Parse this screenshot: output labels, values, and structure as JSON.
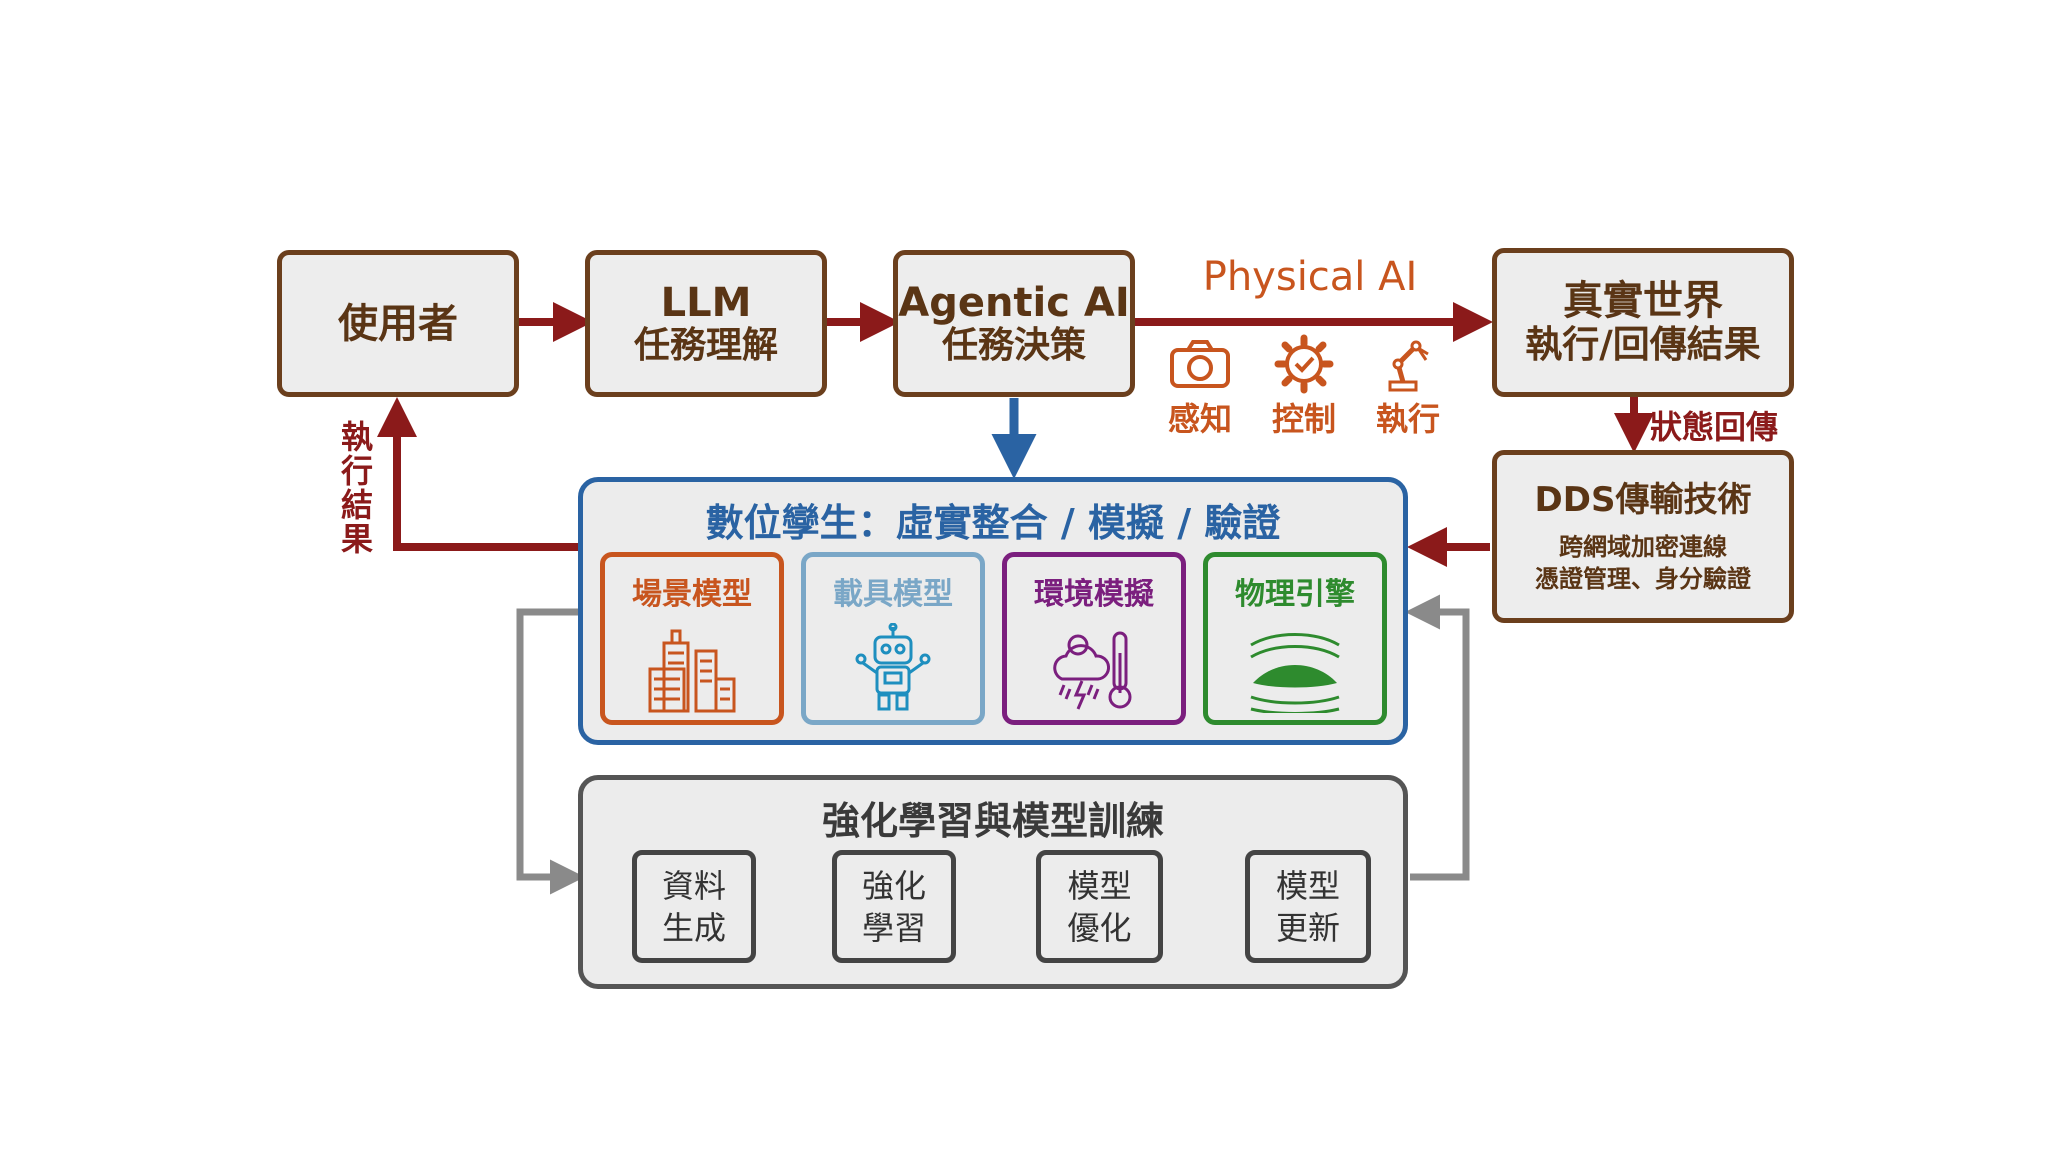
{
  "top": {
    "user": "使用者",
    "llm": {
      "line1": "LLM",
      "line2": "任務理解"
    },
    "agentic": {
      "line1": "Agentic AI",
      "line2": "任務決策"
    },
    "physical_ai": "Physical AI",
    "real_world": {
      "line1": "真實世界",
      "line2": "執行/回傳結果"
    },
    "capabilities": [
      {
        "label": "感知",
        "icon": "camera-icon"
      },
      {
        "label": "控制",
        "icon": "gear-icon"
      },
      {
        "label": "執行",
        "icon": "robot-arm-icon"
      }
    ]
  },
  "feedback": {
    "exec_result": [
      "執",
      "行",
      "結",
      "果"
    ],
    "state_return": "狀態回傳"
  },
  "dds": {
    "title": "DDS傳輸技術",
    "line1": "跨網域加密連線",
    "line2": "憑證管理、身分驗證"
  },
  "twin": {
    "title": "數位孿生：虛實整合 / 模擬 / 驗證",
    "models": [
      {
        "label": "場景模型",
        "icon": "city-buildings-icon",
        "color": "#c8551e"
      },
      {
        "label": "載具模型",
        "icon": "robot-icon",
        "color": "#7aa7c7"
      },
      {
        "label": "環境模擬",
        "icon": "weather-thermometer-icon",
        "color": "#7b1f7e"
      },
      {
        "label": "物理引擎",
        "icon": "airflow-icon",
        "color": "#2e8b2e"
      }
    ]
  },
  "training": {
    "title": "強化學習與模型訓練",
    "steps": [
      {
        "line1": "資料",
        "line2": "生成"
      },
      {
        "line1": "強化",
        "line2": "學習"
      },
      {
        "line1": "模型",
        "line2": "優化"
      },
      {
        "line1": "模型",
        "line2": "更新"
      }
    ]
  },
  "colors": {
    "brown": "#6b3f1d",
    "dark_red": "#8b1a1a",
    "orange": "#c8551e",
    "blue": "#2a63a3",
    "gray": "#8a8a8a",
    "dark_gray": "#444444"
  }
}
